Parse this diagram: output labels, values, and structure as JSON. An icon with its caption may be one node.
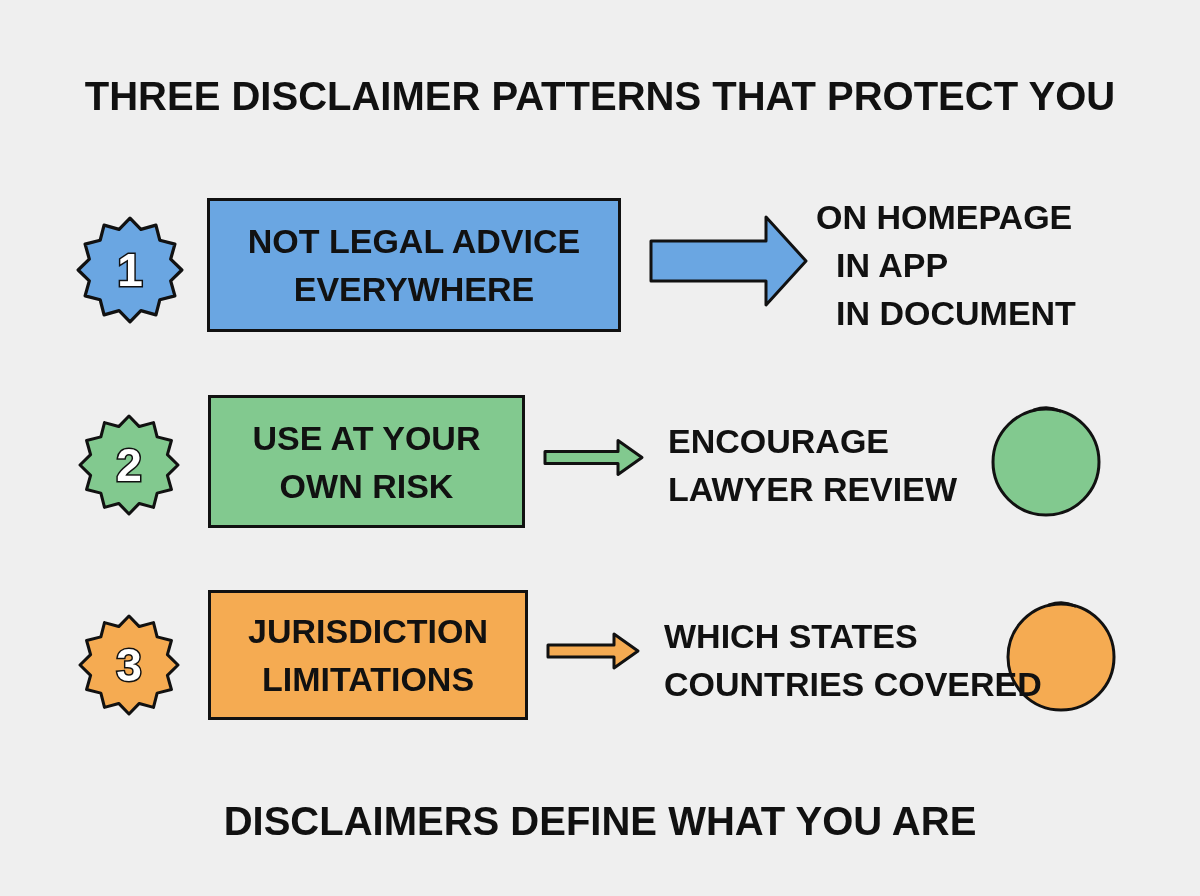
{
  "diagram": {
    "title": "THREE DISCLAIMER PATTERNS THAT PROTECT YOU",
    "nodes": [
      {
        "text": [
          "1"
        ]
      },
      {
        "text": [
          "NOT LEGAL ADVICE EVERYWHERE"
        ]
      },
      {
        "text": [
          "ON HOMEPAGE",
          "IN APP",
          "IN DOCUMENT"
        ]
      },
      {
        "text": [
          "2"
        ]
      },
      {
        "text": [
          "USE AT YOUR OWN RISK"
        ]
      },
      {
        "text": [
          "ENCOURAGE LAWYER REVIEW"
        ]
      },
      {
        "text": [],
        "shape": "circle"
      },
      {
        "text": [
          "3"
        ]
      },
      {
        "text": [
          "JURISDICTION LIMITATIONS"
        ]
      },
      {
        "text": [
          "WHICH STATES COUNTRIES COVERED"
        ]
      },
      {
        "text": [],
        "shape": "circle"
      }
    ],
    "edges": [
      {
        "from": 1,
        "to": 2,
        "arrow": "to",
        "style": "thick",
        "color": "#6aa6e2"
      },
      {
        "from": 4,
        "to": 5,
        "arrow": "to",
        "color": "#82c98f"
      },
      {
        "from": 8,
        "to": 9,
        "arrow": "to",
        "color": "#f5ab52"
      }
    ],
    "caption": "DISCLAIMERS DEFINE WHAT YOU ARE"
  }
}
